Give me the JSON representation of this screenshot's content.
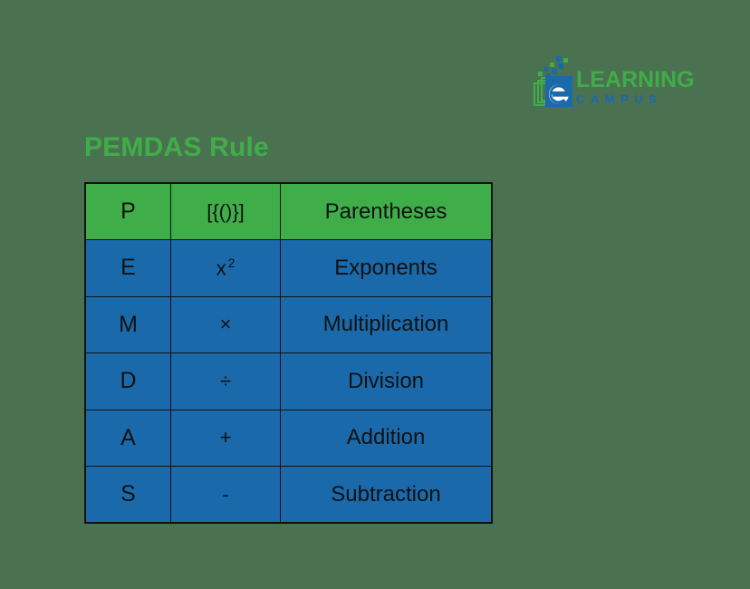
{
  "page": {
    "background_color": "#4a7251",
    "title": "PEMDAS Rule",
    "title_color": "#3fae48"
  },
  "logo": {
    "mark_name": "elearning-campus-book-icon",
    "letter_in_mark": "e",
    "word_primary": "LEARNING",
    "word_secondary": "CAMPUS",
    "green": "#3fae48",
    "blue": "#1a6aab"
  },
  "table": {
    "header_row_color": "#3fae48",
    "body_row_color": "#1a6aab",
    "border_color": "#111111",
    "columns": [
      "letter",
      "symbol",
      "name"
    ],
    "rows": [
      {
        "letter": "P",
        "symbol": "[{()}]",
        "symbol_sup": "",
        "name": "Parentheses",
        "style": "green"
      },
      {
        "letter": "E",
        "symbol": "x",
        "symbol_sup": "2",
        "name": "Exponents",
        "style": "blue"
      },
      {
        "letter": "M",
        "symbol": "×",
        "symbol_sup": "",
        "name": "Multiplication",
        "style": "blue"
      },
      {
        "letter": "D",
        "symbol": "÷",
        "symbol_sup": "",
        "name": "Division",
        "style": "blue"
      },
      {
        "letter": "A",
        "symbol": "+",
        "symbol_sup": "",
        "name": "Addition",
        "style": "blue"
      },
      {
        "letter": "S",
        "symbol": "-",
        "symbol_sup": "",
        "name": "Subtraction",
        "style": "blue"
      }
    ]
  }
}
